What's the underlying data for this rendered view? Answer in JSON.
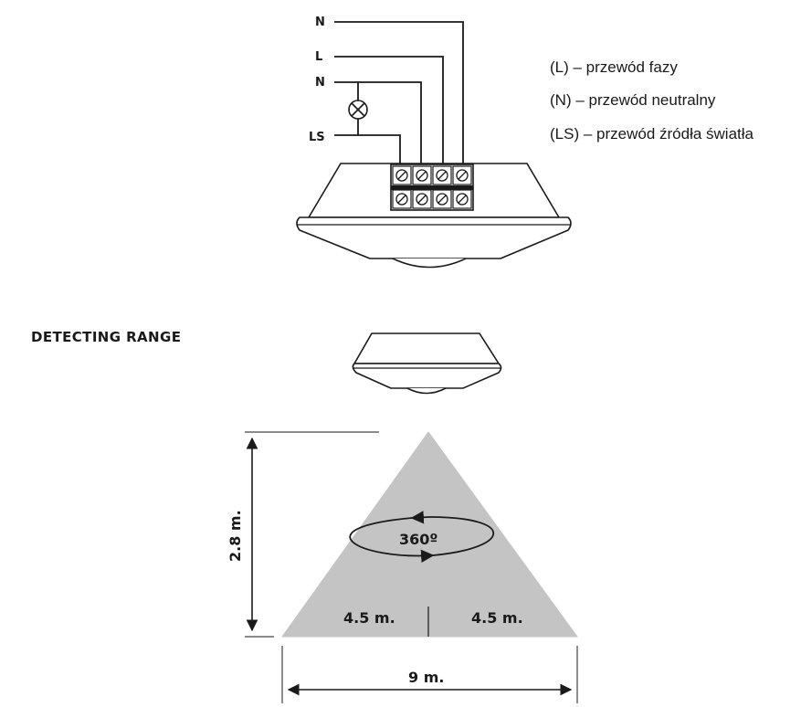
{
  "wiring": {
    "labels": {
      "n_top": "N",
      "l": "L",
      "n_mid": "N",
      "ls": "LS"
    },
    "lamp_icon": "lamp-cross-icon"
  },
  "legend": {
    "items": [
      "(L) – przewód fazy",
      "(N) – przewód neutralny",
      "(LS) – przewód źródła światła"
    ]
  },
  "detecting_range": {
    "title": "DETECTING RANGE",
    "height_label": "2.8 m.",
    "angle_label": "360º",
    "half_left_label": "4.5 m.",
    "half_right_label": "4.5 m.",
    "width_label": "9 m.",
    "cone_color": "#c4c4c4"
  }
}
